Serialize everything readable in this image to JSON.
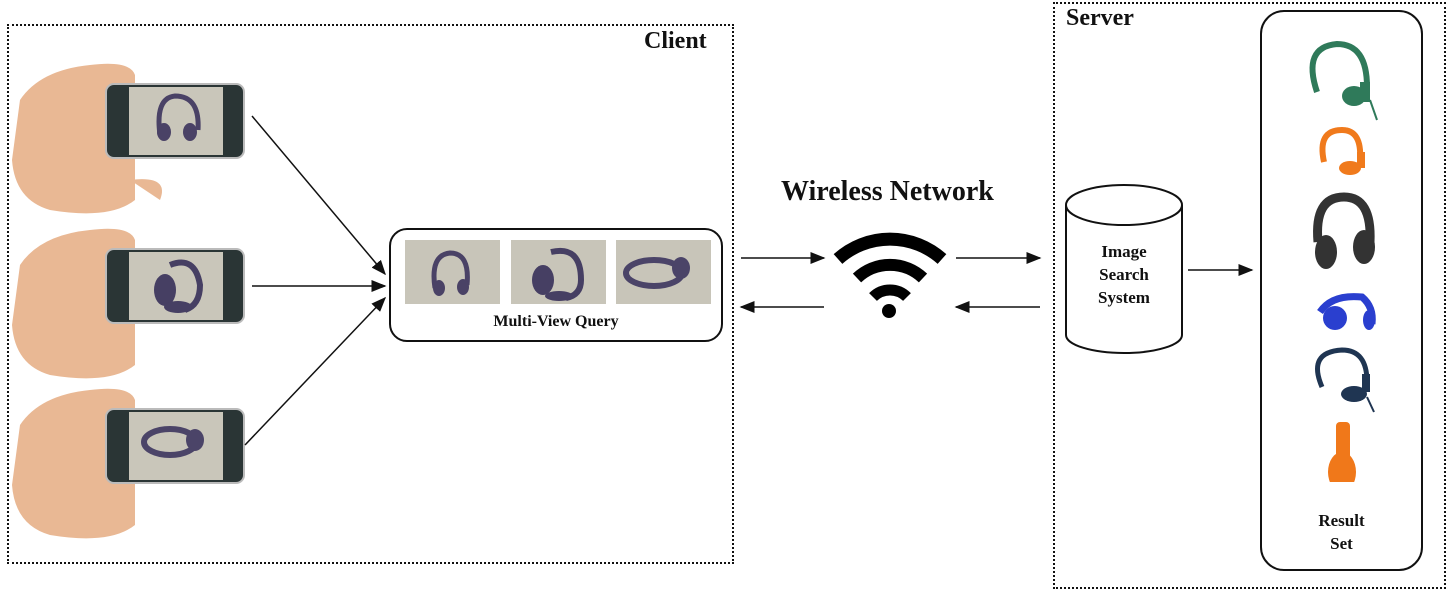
{
  "client": {
    "title": "Client",
    "query_label": "Multi-View Query",
    "views": [
      {
        "name": "front-view",
        "color": "#4a4266"
      },
      {
        "name": "side-view",
        "color": "#463f63"
      },
      {
        "name": "top-view",
        "color": "#4b4468"
      }
    ]
  },
  "network": {
    "title": "Wireless Network"
  },
  "server": {
    "title": "Server",
    "system_label_lines": [
      "Image",
      "Search",
      "System"
    ],
    "result_label_lines": [
      "Result",
      "Set"
    ],
    "results": [
      {
        "name": "green-headphones",
        "color": "#2f7a5a"
      },
      {
        "name": "orange-headphones",
        "color": "#f07a1c"
      },
      {
        "name": "black-headphones",
        "color": "#333333"
      },
      {
        "name": "blue-headphones",
        "color": "#2a3fcf"
      },
      {
        "name": "navy-headphones",
        "color": "#1f3552"
      },
      {
        "name": "orange-folded-headphones",
        "color": "#f0781a"
      }
    ]
  }
}
